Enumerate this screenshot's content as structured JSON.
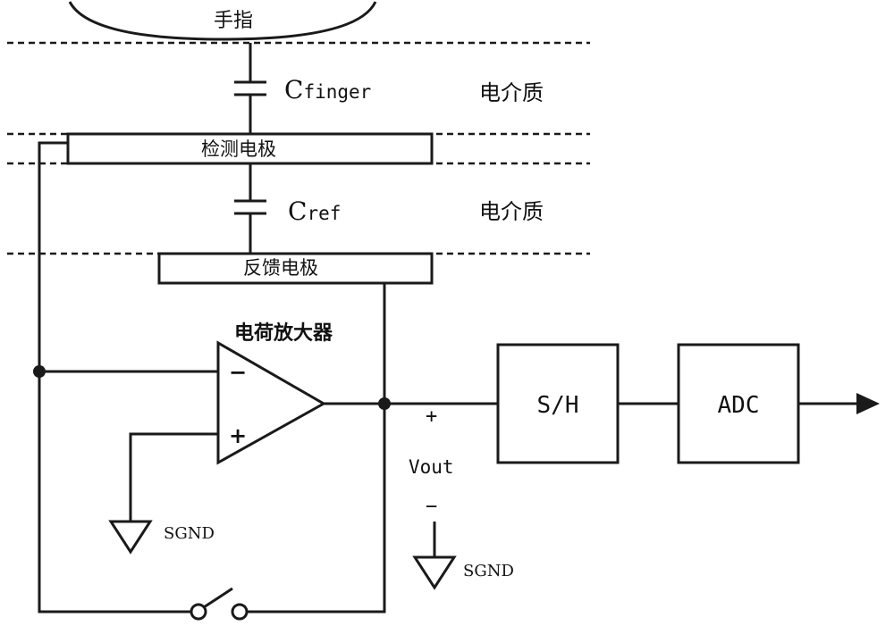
{
  "labels": {
    "finger": "手指",
    "c_finger_main": "C",
    "c_finger_sub": "finger",
    "dielectric_1": "电介质",
    "detect_electrode": "检测电极",
    "c_ref_main": "C",
    "c_ref_sub": "ref",
    "dielectric_2": "电介质",
    "feedback_electrode": "反馈电极",
    "charge_amp": "电荷放大器",
    "minus_in": "−",
    "plus_in": "+",
    "sgnd_1": "SGND",
    "plus_out": "+",
    "vout": "Vout",
    "minus_out": "−",
    "sgnd_2": "SGND",
    "sh": "S/H",
    "adc": "ADC"
  },
  "colors": {
    "stroke": "#1a1a1a",
    "background": "#ffffff"
  }
}
